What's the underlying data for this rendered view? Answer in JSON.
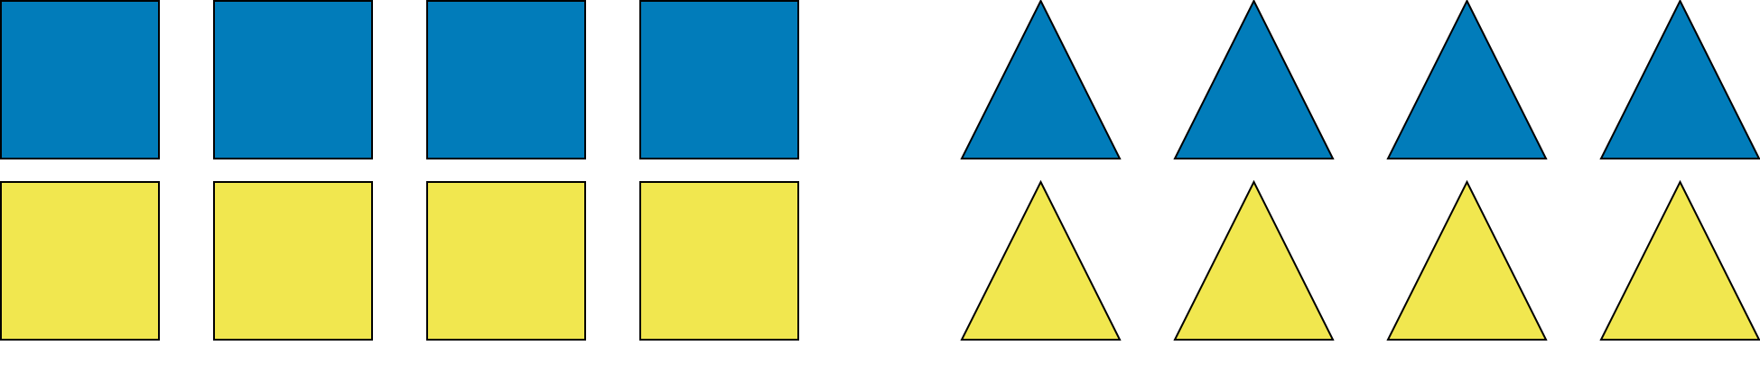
{
  "colors": {
    "blue": "#017cba",
    "yellow": "#f1e74f",
    "outline": "#000000",
    "background": "#ffffff"
  },
  "rows": [
    {
      "color_key": "blue",
      "squares": 4,
      "triangles": 4
    },
    {
      "color_key": "yellow",
      "squares": 4,
      "triangles": 4
    }
  ]
}
